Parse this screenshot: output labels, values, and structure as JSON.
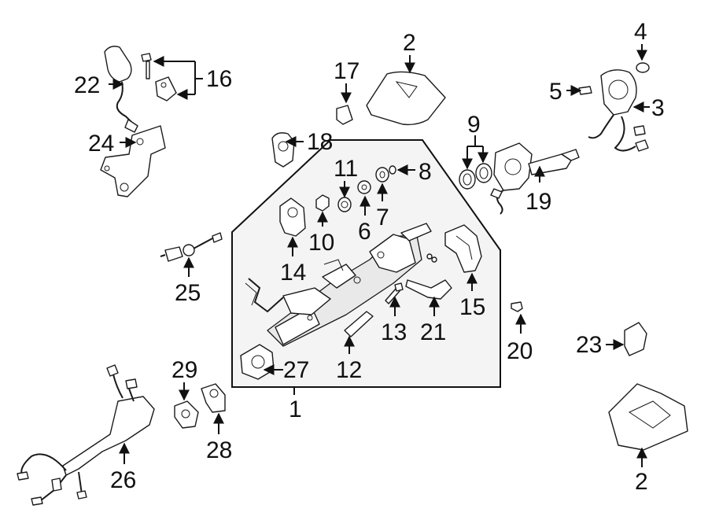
{
  "callouts": {
    "c1": "1",
    "c2a": "2",
    "c2b": "2",
    "c3": "3",
    "c4": "4",
    "c5": "5",
    "c6": "6",
    "c7": "7",
    "c8": "8",
    "c9": "9",
    "c10": "10",
    "c11": "11",
    "c12": "12",
    "c13": "13",
    "c14": "14",
    "c15": "15",
    "c16": "16",
    "c17": "17",
    "c18": "18",
    "c19": "19",
    "c20": "20",
    "c21": "21",
    "c22": "22",
    "c23": "23",
    "c24": "24",
    "c25": "25",
    "c26": "26",
    "c27": "27",
    "c28": "28",
    "c29": "29"
  }
}
